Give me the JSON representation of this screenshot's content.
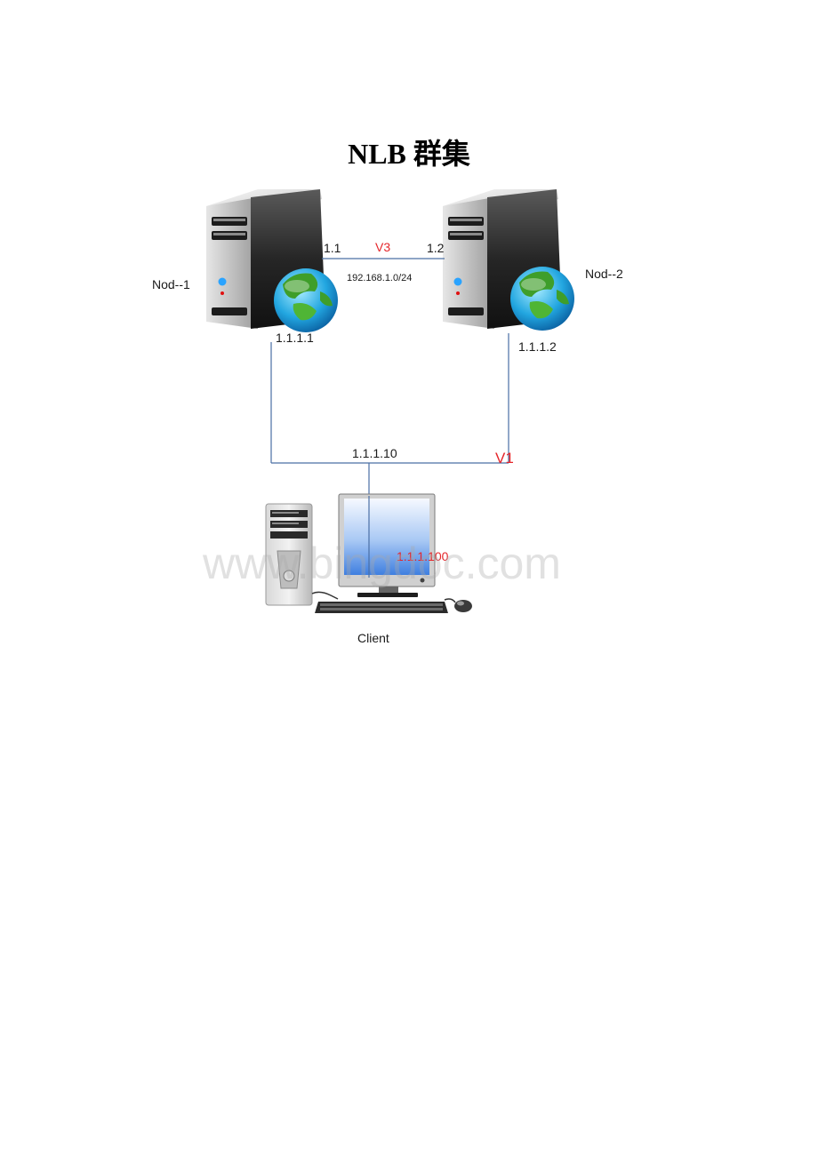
{
  "document": {
    "title": "NLB 群集"
  },
  "diagram": {
    "nodes": {
      "node1": {
        "label": "Nod--1",
        "ip_private": "1.1",
        "ip_public": "1.1.1.1"
      },
      "node2": {
        "label": "Nod--2",
        "ip_private": "1.2",
        "ip_public": "1.1.1.2"
      },
      "client": {
        "label": "Client",
        "ip": "1.1.1.100"
      }
    },
    "links": {
      "heartbeat_vlan": "V3",
      "heartbeat_subnet": "192.168.1.0/24",
      "public_vlan": "V1",
      "cluster_vip": "1.1.1.10"
    },
    "icons": {
      "server": "server-tower-icon",
      "globe": "globe-icon",
      "desktop": "desktop-computer-icon"
    },
    "colors": {
      "link_line": "#4a6fa5",
      "vlan_label": "#e5262b"
    }
  },
  "watermark": {
    "text": "www.bingdoc.com"
  }
}
